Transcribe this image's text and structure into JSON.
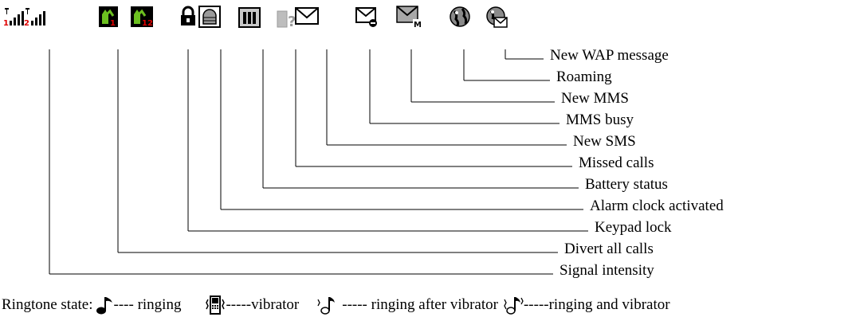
{
  "icons": [
    {
      "id": "signal-1",
      "icon": "signal-bars-1-icon"
    },
    {
      "id": "signal-2",
      "icon": "signal-bars-2-icon"
    },
    {
      "id": "divert-1",
      "icon": "divert-line1-icon"
    },
    {
      "id": "divert-12",
      "icon": "divert-line12-icon"
    },
    {
      "id": "keypad-lock",
      "icon": "padlock-icon"
    },
    {
      "id": "alarm",
      "icon": "alarm-bell-icon"
    },
    {
      "id": "battery",
      "icon": "battery-icon"
    },
    {
      "id": "missed",
      "icon": "missed-call-phone-icon"
    },
    {
      "id": "sms",
      "icon": "envelope-icon"
    },
    {
      "id": "mms-busy",
      "icon": "envelope-busy-icon"
    },
    {
      "id": "mms-new",
      "icon": "envelope-mms-icon"
    },
    {
      "id": "roaming",
      "icon": "globe-icon"
    },
    {
      "id": "wap",
      "icon": "globe-envelope-icon"
    }
  ],
  "labels": [
    "New WAP message",
    "Roaming",
    "New MMS",
    "MMS busy",
    "New SMS",
    "Missed calls",
    "Battery status",
    "Alarm clock activated",
    "Keypad lock",
    "Divert all calls",
    "Signal intensity"
  ],
  "ringtone": {
    "title": "Ringtone state:",
    "ringing": "---- ringing",
    "vibrator": "-----vibrator",
    "ringing_after_vibrator": "----- ringing after vibrator",
    "ringing_and_vibrator": "-----ringing and vibrator",
    "icons": [
      "music-note-icon",
      "vibrating-phone-icon",
      "note-vibrate-icon",
      "note-and-vibrate-icon"
    ]
  }
}
